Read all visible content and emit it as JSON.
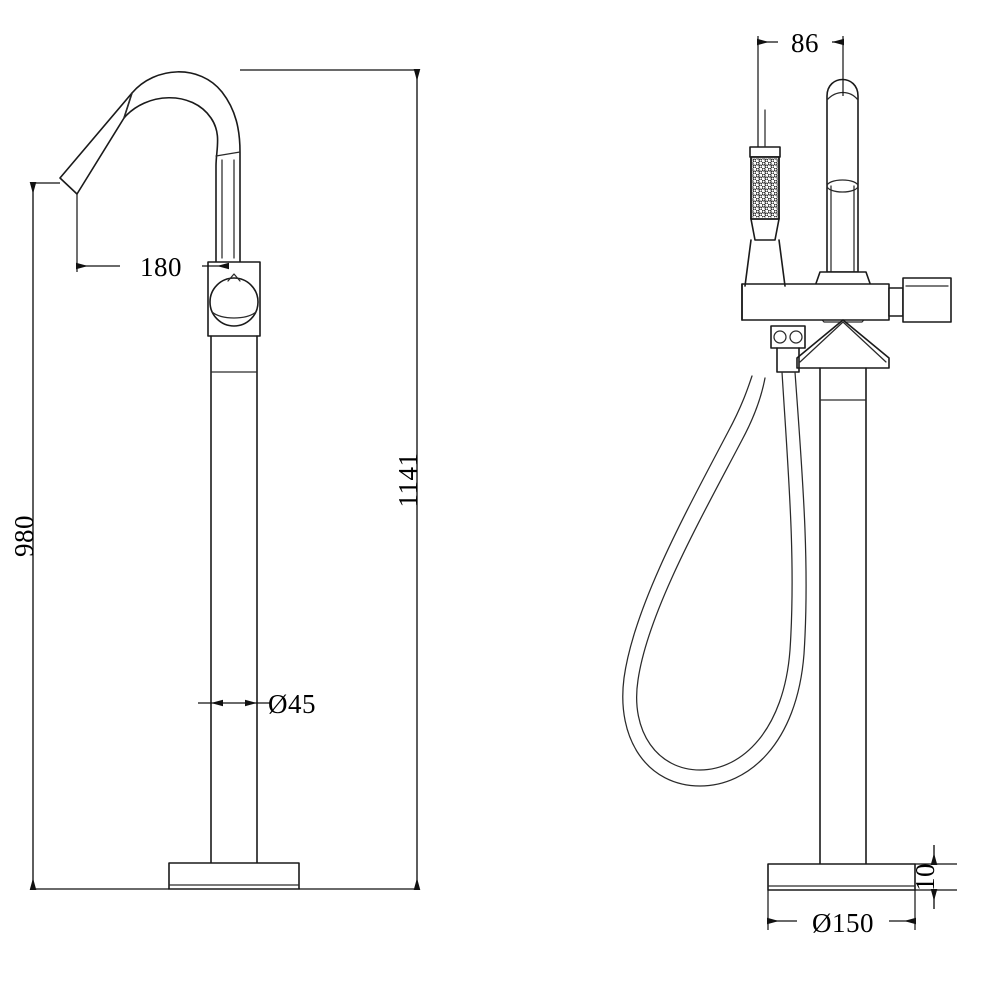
{
  "drawing": {
    "title": "Freestanding Bath Shower Mixer Tap - Technical Dimension Drawing",
    "background_color": "#ffffff",
    "line_color": "#1a1a1a",
    "dimension_color": "#000000",
    "units": "mm",
    "views": [
      {
        "name": "side-elevation",
        "position": "left"
      },
      {
        "name": "front-elevation",
        "position": "right"
      }
    ]
  },
  "dimensions": {
    "spout_projection": {
      "label": "180",
      "value": 180,
      "orientation": "horizontal",
      "view": "left"
    },
    "spout_height": {
      "label": "980",
      "value": 980,
      "orientation": "vertical-rotated",
      "view": "left"
    },
    "overall_height": {
      "label": "1141",
      "value": 1141,
      "orientation": "vertical-rotated",
      "view": "left"
    },
    "riser_diameter": {
      "label": "Ø45",
      "value": 45,
      "orientation": "horizontal",
      "view": "left"
    },
    "handshower_offset": {
      "label": "86",
      "value": 86,
      "orientation": "horizontal",
      "view": "right"
    },
    "base_diameter": {
      "label": "Ø150",
      "value": 150,
      "orientation": "horizontal",
      "view": "right"
    },
    "base_thickness": {
      "label": "10",
      "value": 10,
      "orientation": "vertical-rotated",
      "view": "right"
    }
  },
  "components": {
    "spout": "gooseneck-spout",
    "handle": "lever-handle",
    "diverter_knob": "round-diverter-knob",
    "riser": "vertical-riser-pipe",
    "base": "round-floor-flange",
    "handshower": "knurled-handshower",
    "hose": "flexible-shower-hose",
    "hose_holder": "hose-connector-collar"
  }
}
